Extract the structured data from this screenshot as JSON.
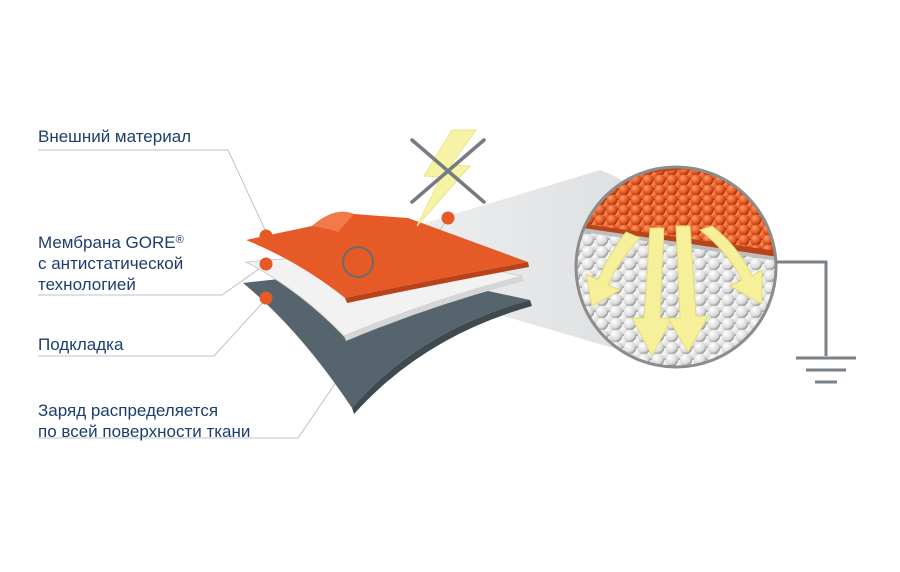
{
  "labels": {
    "outer_material": "Внешний материал",
    "membrane_line1": "Мембрана GORE",
    "membrane_mark": "®",
    "membrane_line2": "с антистатической",
    "membrane_line3": "технологией",
    "lining": "Подкладка",
    "charge_line1": "Заряд распределяется",
    "charge_line2": "по всей поверхности ткани"
  },
  "colors": {
    "text": "#1c3d6e",
    "outer_layer": "#e65a28",
    "membrane_layer": "#f2f2f2",
    "lining_layer": "#56656d",
    "arrows": "#f6f09a",
    "lightning": "#f7f3a6",
    "leader_lines": "#b9c3cc",
    "ground": "#7a8288"
  },
  "icons": {
    "spark": "lightning-bolt-icon",
    "blocked": "cross-mark-icon",
    "ground": "ground-symbol-icon"
  }
}
